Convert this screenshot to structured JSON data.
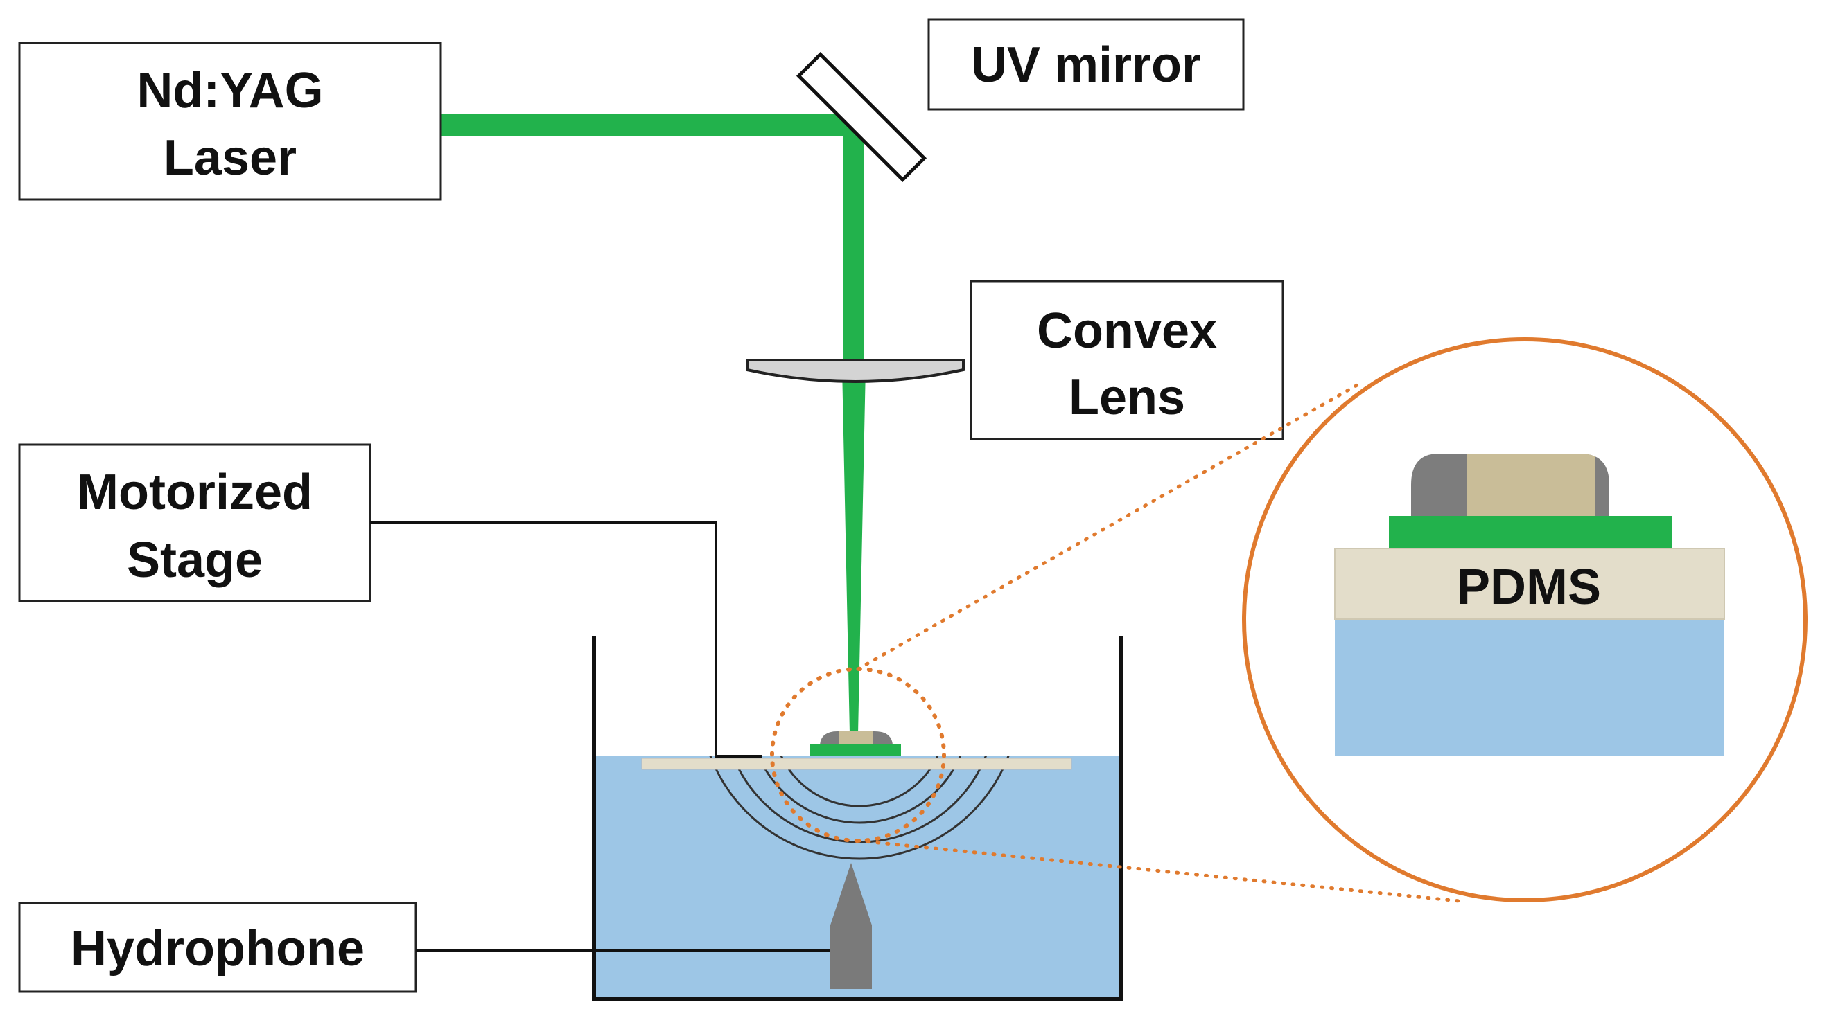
{
  "labels": {
    "laser_line1": "Nd:YAG",
    "laser_line2": "Laser",
    "mirror": "UV mirror",
    "lens_line1": "Convex",
    "lens_line2": "Lens",
    "stage_line1": "Motorized",
    "stage_line2": "Stage",
    "hydrophone": "Hydrophone",
    "pdms": "PDMS"
  },
  "colors": {
    "beam": "#22b24c",
    "water": "#9dc6e6",
    "pdms": "#e3ddca",
    "sample_core": "#c9bd98",
    "sample_side": "#7d7d7d",
    "zoom_ring": "#e07a2e",
    "hydrophone": "#7a7a7a",
    "outline": "#222222"
  },
  "icons": {
    "mirror": "uv-mirror-icon",
    "lens": "convex-lens-icon",
    "hydrophone": "hydrophone-probe-icon",
    "waves": "acoustic-wave-icon",
    "magnifier": "zoom-inset-icon"
  }
}
